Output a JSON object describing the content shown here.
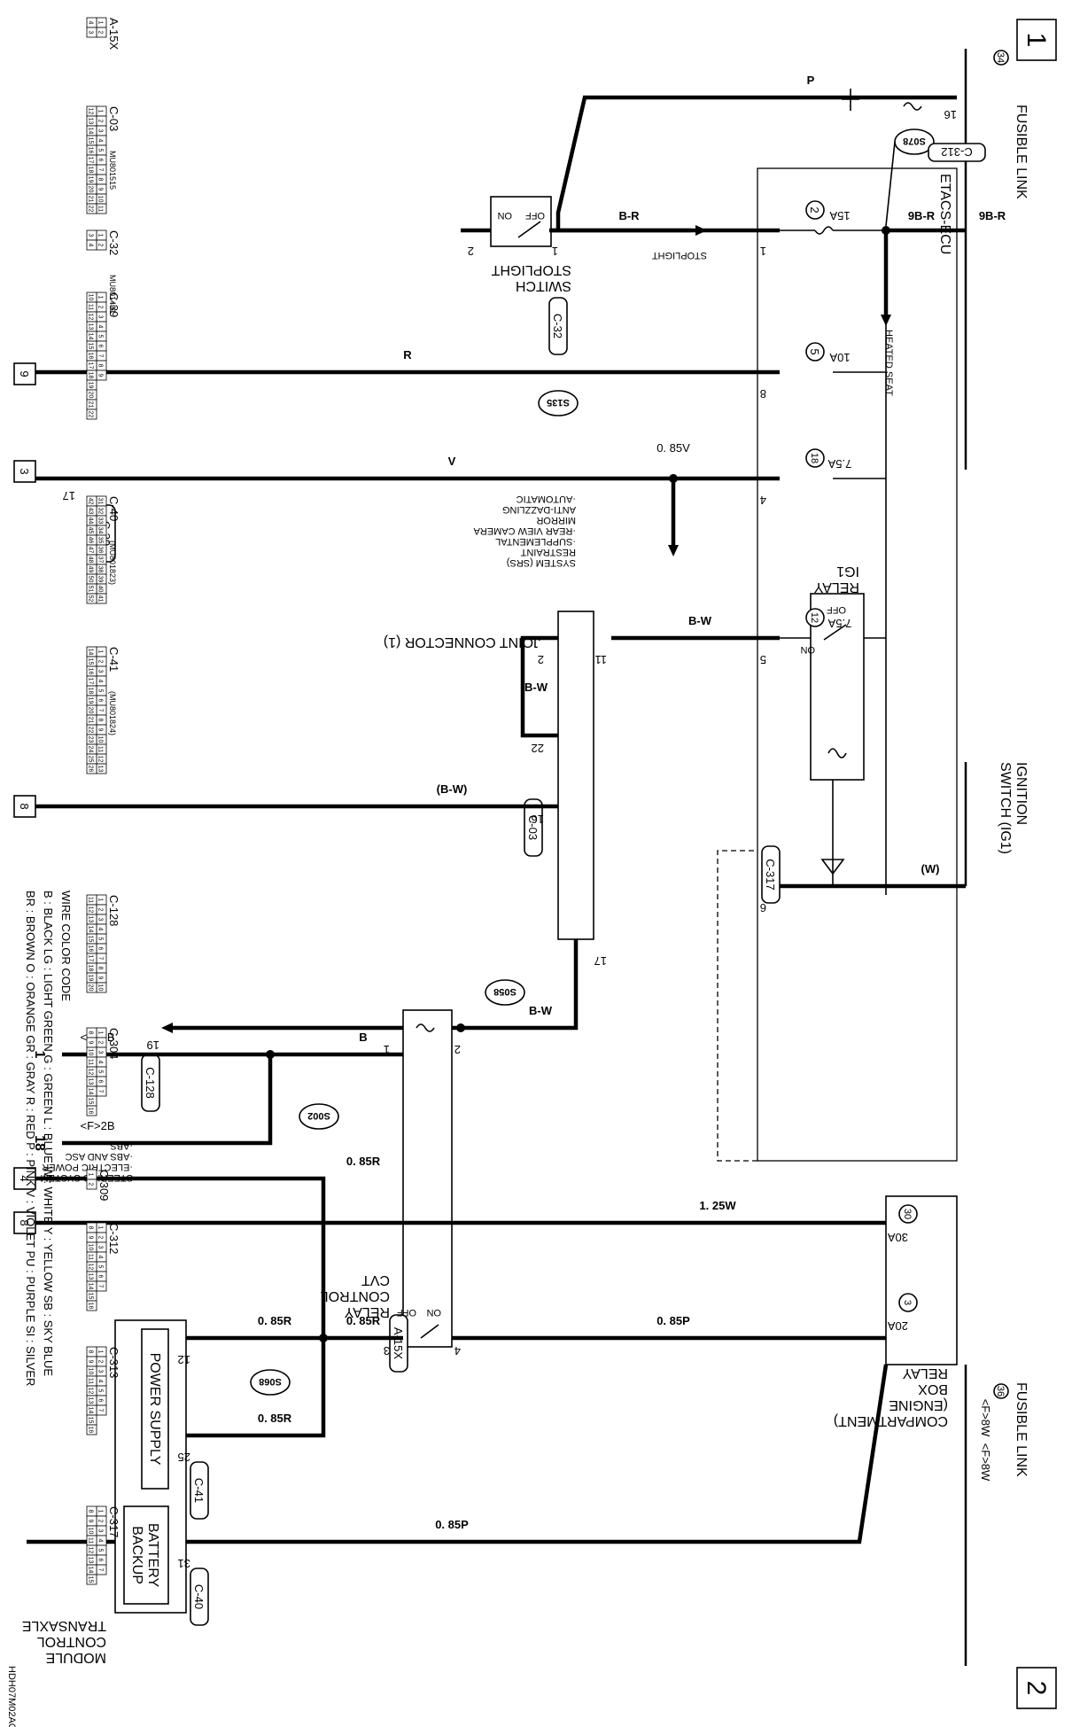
{
  "sheet": {
    "page_left": "1",
    "page_right": "2",
    "code": "HDH07M02AC"
  },
  "components": {
    "etacs": "ETACS-ECU",
    "fusible_link_34": "FUSIBLE LINK",
    "fusible_link_34_no": "34",
    "fusible_link_36": "FUSIBLE LINK",
    "fusible_link_36_no": "36",
    "ig_switch_line1": "IGNITION",
    "ig_switch_line2": "SWITCH (IG1)",
    "ig1_relay_line1": "IG1",
    "ig1_relay_line2": "RELAY",
    "stoplight_switch_line1": "STOPLIGHT",
    "stoplight_switch_line2": "SWITCH",
    "stoplight": "STOPLIGHT",
    "heated_seat": "HEATED SEAT",
    "joint_connector": "JOINT CONNECTOR (1)",
    "cvt_relay_line1": "CVT",
    "cvt_relay_line2": "CONTROL",
    "cvt_relay_line3": "RELAY",
    "relay_box_line1": "RELAY",
    "relay_box_line2": "BOX",
    "relay_box_line3": "(ENGINE",
    "relay_box_line4": "COMPARTMENT)",
    "tcm_line1": "TRANSAXLE",
    "tcm_line2": "CONTROL",
    "tcm_line3": "MODULE",
    "power_supply": "POWER SUPPLY",
    "battery_backup_line1": "BATTERY",
    "battery_backup_line2": "BACKUP"
  },
  "destinations": {
    "auto_dim": [
      "·AUTOMATIC",
      " ANTI-DAZZLING",
      " MIRROR",
      "·REAR VIEW CAMERA",
      "·SUPPLEMENTAL",
      " RESTRAINT",
      " SYSTEM (SRS)"
    ],
    "abs": [
      "·ABS",
      "·ABS AND ASC",
      "·ELECTRIC POWER",
      " STEERING SYSTEM"
    ]
  },
  "fuses": [
    {
      "no": "2",
      "amp": "15A"
    },
    {
      "no": "5",
      "amp": "10A"
    },
    {
      "no": "18",
      "amp": "7.5A"
    },
    {
      "no": "12",
      "amp": "7.5A"
    },
    {
      "no": "30",
      "amp": "30A"
    },
    {
      "no": "3",
      "amp": "20A"
    }
  ],
  "connectors": {
    "c309": "C-309",
    "c312": "C-312",
    "c304": "C-304",
    "c317": "C-317",
    "c313": "C-313",
    "c32": "C-32",
    "c39": "C-39",
    "c03": "C-03",
    "c128": "C-128",
    "a15x": "A-15X",
    "c41": "C-41",
    "c40": "C-40"
  },
  "splices": [
    "S078",
    "S135",
    "S058",
    "S002",
    "S068"
  ],
  "wires": {
    "p": "P",
    "br": "B-R",
    "r": "R",
    "v": "V",
    "bw": "B-W",
    "bw_par": "(B-W)",
    "w_par": "(W)",
    "b": "B",
    "nine_br": "9B-R",
    "v085": "0. 85V",
    "r085": "0. 85R",
    "p085": "0. 85P",
    "w125": "1. 25W",
    "f8w": "<F>8W",
    "f2b": "<F>2B"
  },
  "pins": {
    "c309_1": "1",
    "c312_16": "16",
    "c304_1": "1",
    "c317_8": "8",
    "c313_4": "4",
    "etacs_5": "5",
    "c317_6": "6",
    "jc_11": "11",
    "jc_2": "2",
    "jc_22": "22",
    "jc_16": "16",
    "jc_17": "17",
    "sw_1": "1",
    "sw_2": "2",
    "c39_17": "17",
    "c128_19": "19",
    "cvt_1": "1",
    "cvt_2": "2",
    "cvt_3": "3",
    "cvt_4": "4",
    "tcm_12": "12",
    "tcm_25": "25",
    "tcm_31": "31"
  },
  "switch_states": {
    "off": "OFF",
    "on": "ON"
  },
  "refs": {
    "r9": "9",
    "r3": "3",
    "r8a": "8",
    "r8b": "8",
    "r4": "4",
    "g1": "1",
    "g18": "18"
  },
  "connector_faces": [
    {
      "id": "A-15X",
      "part": "",
      "rows": [
        [
          "1",
          "2"
        ],
        [
          "4",
          "3"
        ]
      ]
    },
    {
      "id": "C-03",
      "part": "MU801515",
      "rows": [
        [
          "1",
          "2",
          "3",
          "4",
          "5",
          "6",
          "7",
          "8",
          "9",
          "10",
          "11"
        ],
        [
          "12",
          "13",
          "14",
          "15",
          "16",
          "17",
          "18",
          "19",
          "20",
          "21",
          "22"
        ]
      ]
    },
    {
      "id": "C-32",
      "part": "MU801491",
      "rows": [
        [
          "1",
          "2"
        ],
        [
          "3",
          "4"
        ]
      ]
    },
    {
      "id": "C-39",
      "part": "",
      "rows": [
        [
          "1",
          "2",
          "3",
          "4",
          "5",
          "6",
          "7",
          "8",
          "9"
        ],
        [
          "10",
          "11",
          "12",
          "13",
          "14",
          "15",
          "16",
          "17",
          "18",
          "19",
          "20",
          "21",
          "22"
        ]
      ]
    },
    {
      "id": "C-40",
      "part": "(MU801823)",
      "rows": [
        [
          "31",
          "32",
          "33",
          "34",
          "35",
          "36",
          "37",
          "38",
          "39",
          "40",
          "41"
        ],
        [
          "42",
          "43",
          "44",
          "45",
          "46",
          "47",
          "48",
          "49",
          "50",
          "51",
          "52"
        ]
      ]
    },
    {
      "id": "C-41",
      "part": "(MU801824)",
      "rows": [
        [
          "1",
          "2",
          "3",
          "4",
          "5",
          "6",
          "7",
          "8",
          "9",
          "10",
          "11",
          "12",
          "13"
        ],
        [
          "14",
          "15",
          "16",
          "17",
          "18",
          "19",
          "20",
          "21",
          "22",
          "23",
          "24",
          "25",
          "26"
        ]
      ]
    },
    {
      "id": "C-128",
      "part": "",
      "rows": [
        [
          "1",
          "2",
          "3",
          "4",
          "5",
          "6",
          "7",
          "8",
          "9",
          "10"
        ],
        [
          "11",
          "12",
          "13",
          "14",
          "15",
          "16",
          "17",
          "18",
          "19",
          "20"
        ]
      ]
    },
    {
      "id": "C-304",
      "part": "",
      "rows": [
        [
          "1",
          "2",
          "3",
          "4",
          "5",
          "6",
          "7"
        ],
        [
          "8",
          "9",
          "10",
          "11",
          "12",
          "13",
          "14",
          "15",
          "16"
        ]
      ]
    },
    {
      "id": "C-309",
      "part": "",
      "rows": [
        [
          "1",
          "2"
        ]
      ]
    },
    {
      "id": "C-312",
      "part": "",
      "rows": [
        [
          "1",
          "2",
          "3",
          "4",
          "5",
          "6",
          "7"
        ],
        [
          "8",
          "9",
          "10",
          "11",
          "12",
          "13",
          "14",
          "15",
          "16"
        ]
      ]
    },
    {
      "id": "C-313",
      "part": "",
      "rows": [
        [
          "1",
          "2",
          "3",
          "4",
          "5",
          "6",
          "7"
        ],
        [
          "8",
          "9",
          "10",
          "11",
          "12",
          "13",
          "14",
          "15",
          "16"
        ]
      ]
    },
    {
      "id": "C-317",
      "part": "",
      "rows": [
        [
          "1",
          "2",
          "3",
          "4",
          "5",
          "6",
          "7"
        ],
        [
          "8",
          "9",
          "10",
          "11",
          "12",
          "13",
          "14",
          "15"
        ]
      ]
    }
  ],
  "color_code": {
    "title": "WIRE COLOR CODE",
    "line1": "B : BLACK   LG : LIGHT GREEN   G : GREEN   L : BLUE   W : WHITE   Y : YELLOW   SB : SKY BLUE",
    "line2": "BR : BROWN   O : ORANGE   GR : GRAY   R : RED   P : PINK   V : VIOLET   PU : PURPLE   SI : SILVER"
  }
}
